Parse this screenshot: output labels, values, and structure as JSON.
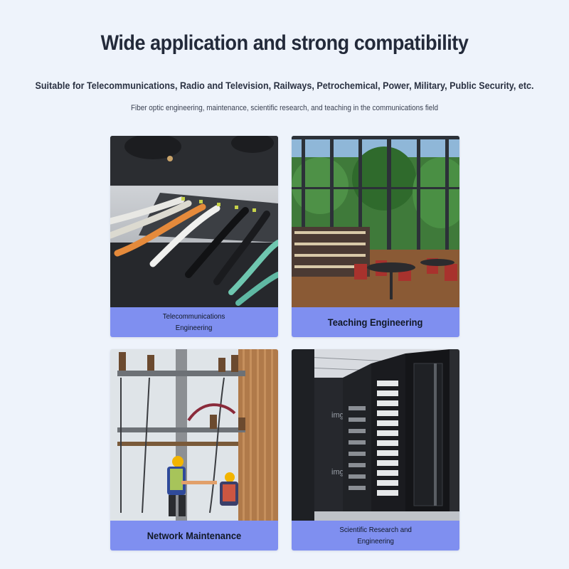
{
  "heading": {
    "title": "Wide application and strong compatibility",
    "subtitle": "Suitable for Telecommunications, Radio and Television, Railways, Petrochemical, Power, Military, Public Security, etc.",
    "description": "Fiber optic engineering, maintenance, scientific research, and teaching in the communications field"
  },
  "cards": [
    {
      "caption_line1": "Telecommunications",
      "caption_line2": "Engineering"
    },
    {
      "caption_line1": "Teaching Engineering"
    },
    {
      "caption_line1": "Network Maintenance"
    },
    {
      "caption_line1": "Scientific Research and",
      "caption_line2": "Engineering"
    }
  ],
  "image_text": {
    "rack_brand_1": "img",
    "rack_brand_2": "img"
  },
  "colors": {
    "background": "#eef3fb",
    "caption_bar": "#7f8ff0",
    "title_text": "#232a3a"
  }
}
